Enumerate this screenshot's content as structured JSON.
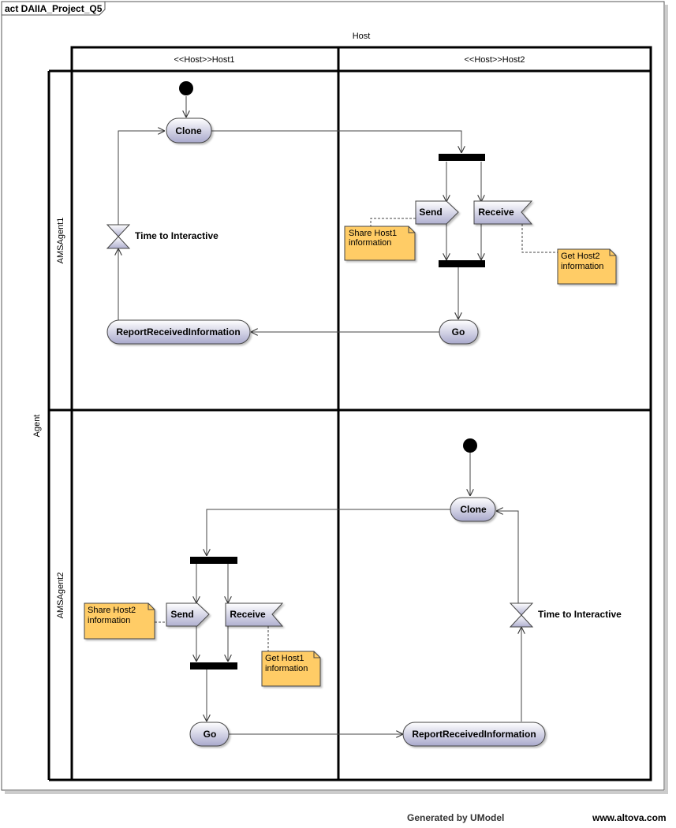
{
  "diagram": {
    "frame_title": "act DAIIA_Project_Q5",
    "partitions": {
      "column_group": "Host",
      "row_group": "Agent",
      "columns": [
        "<<Host>>Host1",
        "<<Host>>Host2"
      ],
      "rows": [
        "AMSAgent1",
        "AMSAgent2"
      ]
    },
    "agent1": {
      "clone": "Clone",
      "timer": "Time to Interactive",
      "send": "Send",
      "receive": "Receive",
      "go": "Go",
      "report": "ReportReceivedInformation",
      "note_send": [
        "Share Host1",
        "information"
      ],
      "note_receive": [
        "Get Host2",
        "information"
      ]
    },
    "agent2": {
      "clone": "Clone",
      "timer": "Time to Interactive",
      "send": "Send",
      "receive": "Receive",
      "go": "Go",
      "report": "ReportReceivedInformation",
      "note_send": [
        "Share Host2",
        "information"
      ],
      "note_receive": [
        "Get Host1",
        "information"
      ]
    },
    "colors": {
      "note_fill": "#ffcc66",
      "action_fill_top": "#ffffff",
      "action_fill_bottom": "#aaaacc",
      "bar": "#000000"
    }
  },
  "footer": {
    "generated_by": "Generated by UModel",
    "site": "www.altova.com"
  }
}
